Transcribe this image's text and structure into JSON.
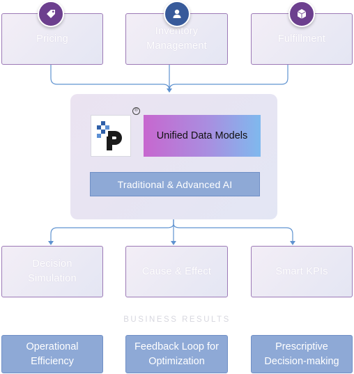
{
  "inputs": [
    {
      "label": "Pricing",
      "icon": "price-tag-icon"
    },
    {
      "label": "Inventory\nManagement",
      "icon": "user-icon"
    },
    {
      "label": "Fulfillment",
      "icon": "box-icon"
    }
  ],
  "core": {
    "logo_registered": "®",
    "data_models": "Unified Data Models",
    "ai": "Traditional & Advanced AI"
  },
  "outputs": [
    {
      "label": "Decision\nSimulation"
    },
    {
      "label": "Cause & Effect"
    },
    {
      "label": "Smart KPIs"
    }
  ],
  "results_title": "BUSINESS RESULTS",
  "results": [
    {
      "label": "Operational\nEfficiency"
    },
    {
      "label": "Feedback Loop for\nOptimization"
    },
    {
      "label": "Prescriptive\nDecision-making"
    }
  ],
  "colors": {
    "badge_purple": "#6c3f8e",
    "badge_blue": "#375a9a",
    "connector": "#5f93d0",
    "result_fill": "#8ea9d6"
  }
}
